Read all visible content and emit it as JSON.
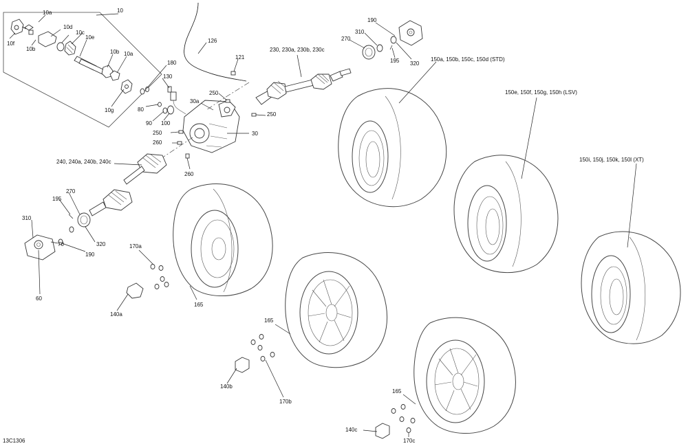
{
  "diagram_id": "13C1306",
  "callouts": {
    "c10": "10",
    "c10a_1": "10a",
    "c10a_2": "10a",
    "c10b_1": "10b",
    "c10b_2": "10b",
    "c10c": "10c",
    "c10d": "10d",
    "c10e": "10e",
    "c10f": "10f",
    "c10g": "10g",
    "c126": "126",
    "c121": "121",
    "c180": "180",
    "c130": "130",
    "c80": "80",
    "c90": "90",
    "c100": "100",
    "c30a": "30a",
    "c30": "30",
    "c250_1": "250",
    "c250_2": "250",
    "c250_3": "250",
    "c260_1": "260",
    "c260_2": "260",
    "c230": "230, 230a, 230b, 230c",
    "c240": "240, 240a, 240b, 240c",
    "c270_1": "270",
    "c270_2": "270",
    "c310_1": "310",
    "c310_2": "310",
    "c190_1": "190",
    "c190_2": "190",
    "c195_1": "195",
    "c195_2": "195",
    "c320_1": "320",
    "c320_2": "320",
    "c70": "70",
    "c60": "60",
    "c170a": "170a",
    "c170b": "170b",
    "c170c": "170c",
    "c140a": "140a",
    "c140b": "140b",
    "c140c": "140c",
    "c165_1": "165",
    "c165_2": "165",
    "c165_3": "165",
    "c150std": "150a, 150b, 150c, 150d (STD)",
    "c150lsv": "150e, 150f, 150g, 150h (LSV)",
    "c150xt": "150i, 150j, 150k, 150l (XT)"
  }
}
